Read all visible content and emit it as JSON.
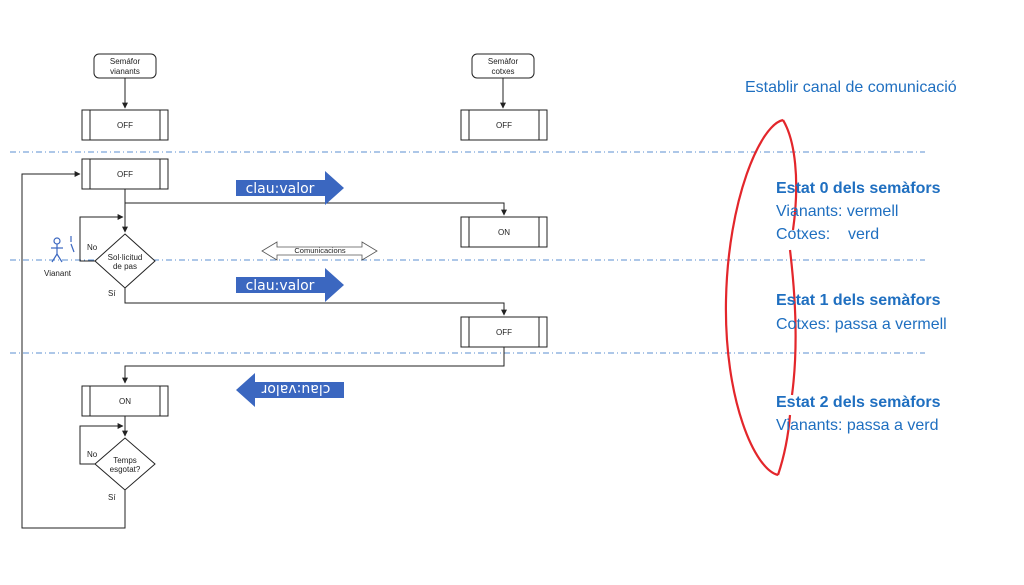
{
  "diagram": {
    "top_nodes": {
      "pedestrian_light_line1": "Semáfor",
      "pedestrian_light_line2": "vianants",
      "car_light_line1": "Semàfor",
      "car_light_line2": "cotxes"
    },
    "states": {
      "off": "OFF",
      "on": "ON"
    },
    "decisions": {
      "request_line1": "Sol·licitud",
      "request_line2": "de pas",
      "timeout_line1": "Temps",
      "timeout_line2": "esgotat?",
      "no": "No",
      "yes": "Sí"
    },
    "actor": "Vianant",
    "communications": "Comunicacions",
    "message": "clau:valor"
  },
  "panel": {
    "title": "Establir canal de comunicació",
    "state0_head": "Estat 0 dels semàfors",
    "state0_line1": "Vianants: vermell",
    "state0_line2": "Cotxes:    verd",
    "state1_head": "Estat 1 dels semàfors",
    "state1_line1": "Cotxes: passa a vermell",
    "state2_head": "Estat 2 dels semàfors",
    "state2_line1": "Vianants: passa a verd"
  },
  "colors": {
    "accent": "#1f6fc0",
    "arrow_fill": "#3b67c0",
    "ellipse": "#e3262b",
    "divider": "#5b8fd1"
  }
}
